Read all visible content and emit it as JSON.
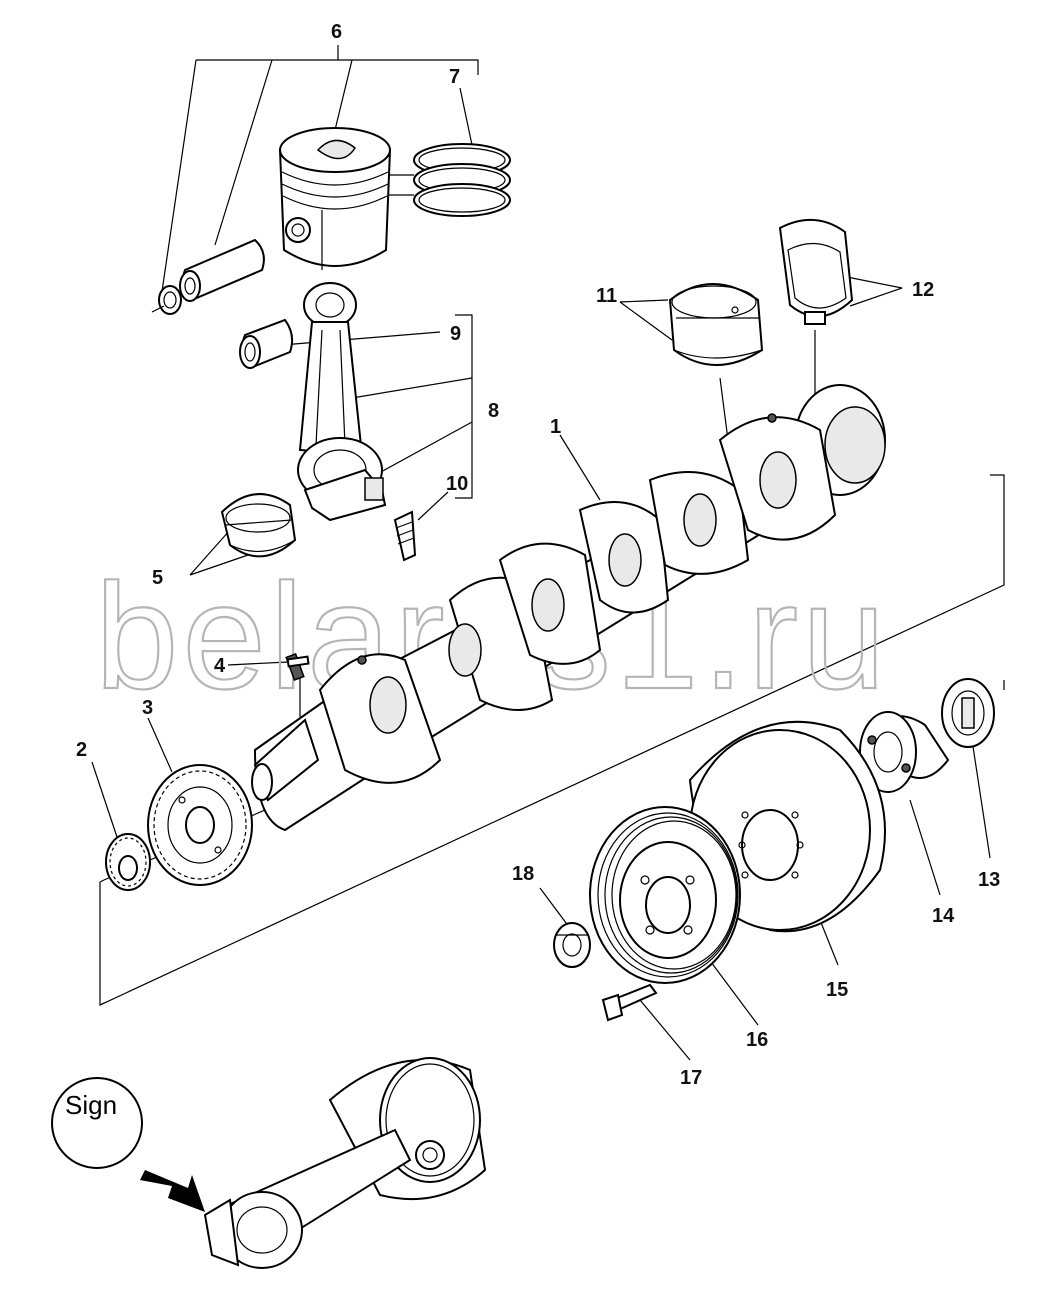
{
  "diagram": {
    "watermark": "belarus1.ru",
    "sign_label": "Sign",
    "callouts": [
      "1",
      "2",
      "3",
      "4",
      "5",
      "6",
      "7",
      "8",
      "9",
      "10",
      "11",
      "12",
      "13",
      "14",
      "15",
      "16",
      "17",
      "18"
    ]
  }
}
